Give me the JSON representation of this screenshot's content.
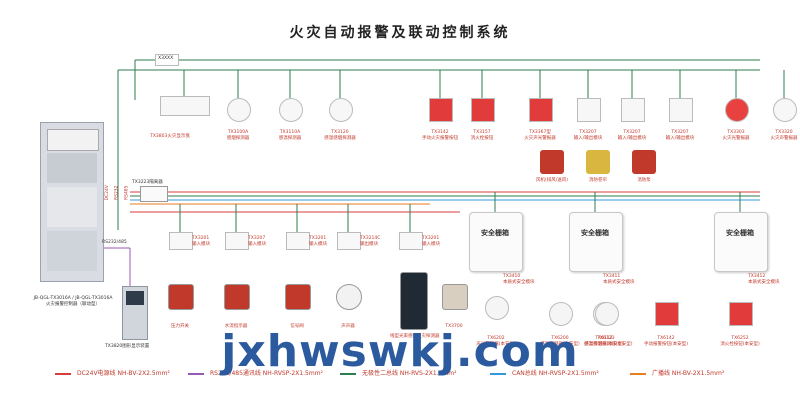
{
  "title": "火灾自动报警及联动控制系统",
  "panel": {
    "label1": "JB-QGL-TX3016A / JB-QGL-TX3016A",
    "label2": "火灾报警控制器（联动型）",
    "bus_label": "RS232/485"
  },
  "top_devices": [
    {
      "name": "TX3803火灾显示盘",
      "model": ""
    },
    {
      "model": "TX3100A",
      "name": "感烟探测器"
    },
    {
      "model": "TX3110A",
      "name": "感温探测器"
    },
    {
      "model": "TX3120",
      "name": "感温感烟探测器"
    },
    {
      "model": "TX3142",
      "name": "手动火灾报警按钮"
    },
    {
      "model": "TX3157",
      "name": "消火栓按钮"
    },
    {
      "model": "TX3367型",
      "name": "火灾声光警报器"
    },
    {
      "model": "TX3207",
      "name": "输入/输出模块"
    },
    {
      "model": "TX3207",
      "name": "输入/输出模块"
    },
    {
      "model": "TX3207",
      "name": "输入/输出模块"
    },
    {
      "model": "TX3303",
      "name": "火灾光警报器"
    },
    {
      "model": "TX3320",
      "name": "火灾声警报器"
    }
  ],
  "top_module_label": "X3XXX",
  "linked_equipment": [
    {
      "name": "风机(排风/送风)"
    },
    {
      "name": "消防卷帘"
    },
    {
      "name": "消防泵"
    }
  ],
  "repeater_label": "TX3223隔离器",
  "vertical_labels": [
    "DC24V",
    "RS232",
    "RS485"
  ],
  "lower_devices": [
    {
      "model": "TX3201",
      "name": "输入模块"
    },
    {
      "model": "TX3207",
      "name": "输入模块"
    },
    {
      "model": "TX3201",
      "name": "输入模块"
    },
    {
      "model": "TX3214C",
      "name": "输出模块"
    },
    {
      "model": "TX3201",
      "name": "输入模块"
    }
  ],
  "lower_equipment": [
    {
      "name": "压力开关"
    },
    {
      "name": "水流指示器"
    },
    {
      "name": "信号阀"
    },
    {
      "name": "声声器"
    },
    {
      "name": "线型光束感烟火灾探测器"
    },
    {
      "name": "TX3700"
    }
  ],
  "lower_eq_sublabel": "TX3700",
  "safety_boxes": [
    {
      "label": "安全栅箱"
    },
    {
      "label": "安全栅箱"
    },
    {
      "label": "安全栅箱"
    }
  ],
  "safety_modules": [
    {
      "model": "TX3410",
      "name": "本质式安全模块"
    },
    {
      "model": "TX3411",
      "name": "本质式安全模块"
    },
    {
      "model": "TX3412",
      "name": "本质式安全模块"
    }
  ],
  "ex_devices": [
    {
      "model": "TX6202",
      "name": "声光警报器(本安型)"
    },
    {
      "model": "TX6200",
      "name": "感温探测器(本安型)"
    },
    {
      "model": "TX6112",
      "name": "感温探测器(本安型)"
    },
    {
      "model": "TX6123",
      "name": "感温感烟探测器(本安型)"
    },
    {
      "model": "TX6142",
      "name": "手动报警按钮(本安型)"
    },
    {
      "model": "TX6252",
      "name": "消火栓按钮(本安型)"
    }
  ],
  "monitor_label": "TX3820图形显示装置",
  "legend": [
    {
      "color": "#d63c3c",
      "label": "DC24V电源线  NH-BV-2X2.5mm²"
    },
    {
      "color": "#9b59b6",
      "label": "RS232/485通讯线  NH-RVSP-2X1.5mm²"
    },
    {
      "color": "#2e7d4f",
      "label": "无极性二总线  NH-RVS-2X1.5mm²"
    },
    {
      "color": "#3498db",
      "label": "CAN总线  NH-RVSP-2X1.5mm²"
    },
    {
      "color": "#e67e22",
      "label": "广播线  NH-BV-2X1.5mm²"
    }
  ],
  "watermark": "jxhwswkj.com",
  "colors": {
    "power": "#d63c3c",
    "comm": "#9b59b6",
    "bus": "#2e7d4f",
    "can": "#3498db",
    "broadcast": "#e67e22"
  }
}
